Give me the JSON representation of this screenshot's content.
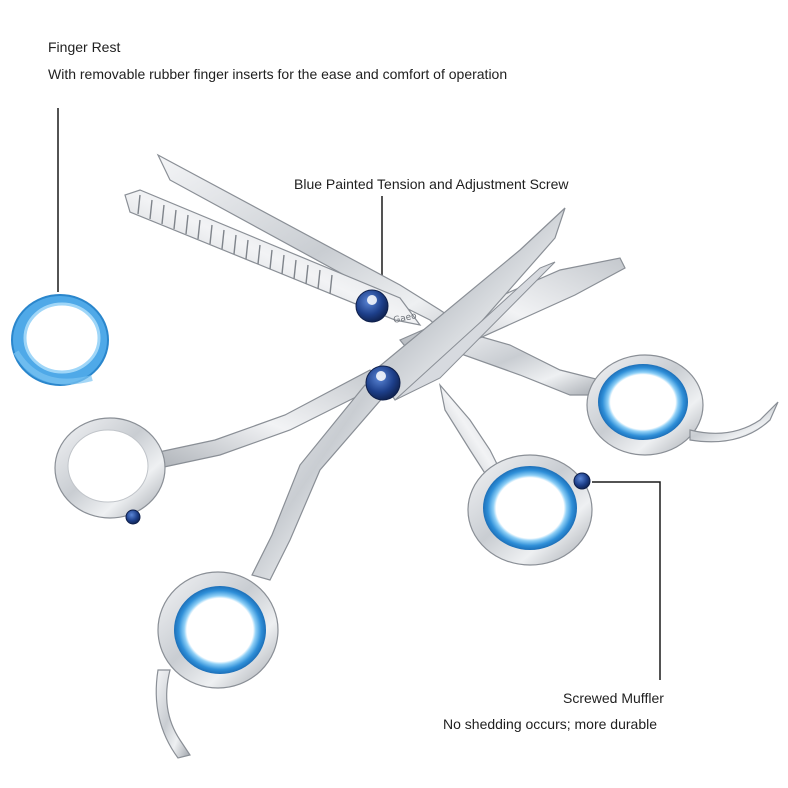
{
  "callouts": {
    "finger_rest": {
      "title": "Finger Rest",
      "description": "With removable rubber finger inserts for the ease and comfort of operation"
    },
    "tension_screw": {
      "title": "Blue Painted Tension and Adjustment Screw"
    },
    "muffler": {
      "title": "Screwed Muffler",
      "description": "No shedding occurs; more durable"
    }
  },
  "engraving": "Gaeo",
  "colors": {
    "steel_light": "#e6e8eb",
    "steel_mid": "#b9bdc3",
    "steel_dark": "#8a8f96",
    "blue_insert": "#2f8fd8",
    "blue_light": "#7cc4f2",
    "screw_blue": "#1d3f8a",
    "leader_line": "#1a1a1a"
  }
}
